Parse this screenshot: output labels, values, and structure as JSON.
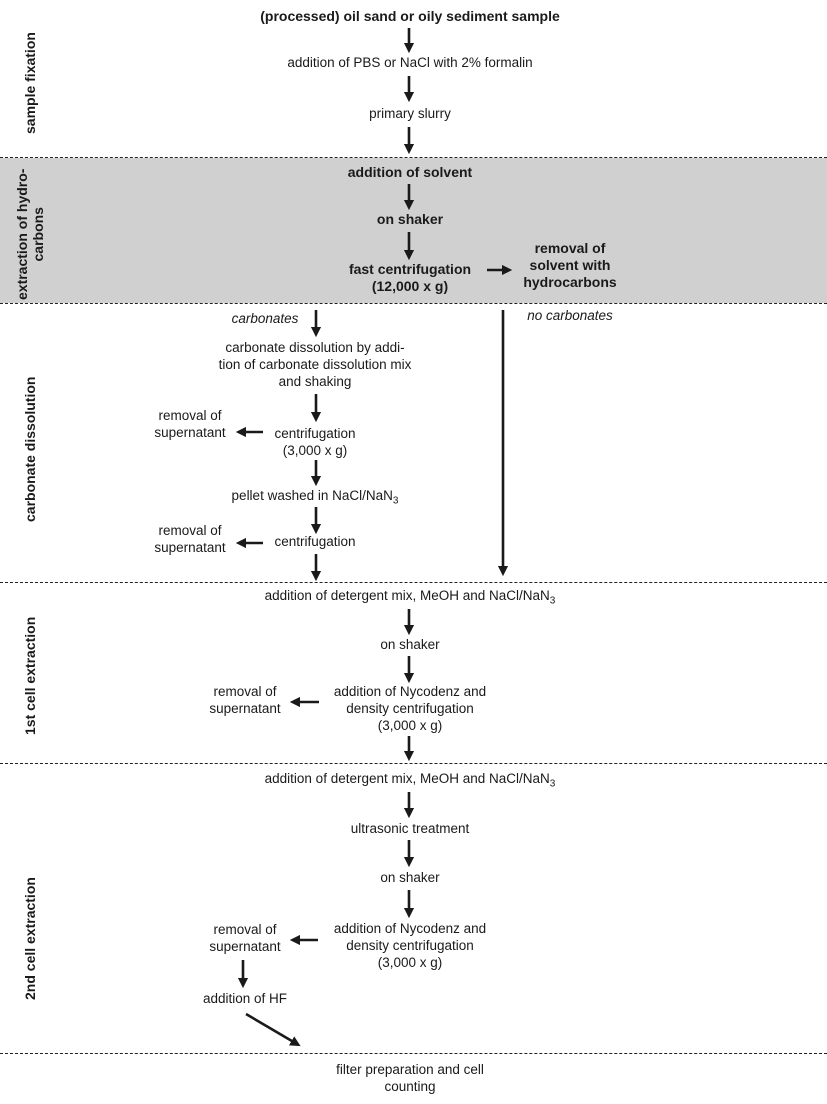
{
  "sections": {
    "sample_fixation": "sample fixation",
    "hydrocarbon_extraction_1": "extraction of hydro-",
    "hydrocarbon_extraction_2": "carbons",
    "carbonate_dissolution": "carbonate dissolution",
    "first_cell_extraction": "1st cell extraction",
    "second_cell_extraction": "2nd cell extraction"
  },
  "fixation": {
    "sample": "(processed) oil sand or oily sediment sample",
    "addition": "addition of PBS or NaCl with 2% formalin",
    "slurry": "primary slurry"
  },
  "hydrocarbon": {
    "solvent": "addition of solvent",
    "shaker": "on shaker",
    "centrifugation_1": "fast centrifugation",
    "centrifugation_2": "(12,000 x g)",
    "removal_1": "removal of",
    "removal_2": "solvent with",
    "removal_3": "hydrocarbons"
  },
  "carbonate": {
    "carbonates_label": "carbonates",
    "no_carbonates_label": "no carbonates",
    "dissolution_1": "carbonate dissolution by addi-",
    "dissolution_2": "tion of carbonate dissolution mix",
    "dissolution_3": "and shaking",
    "removal_a1": "removal of",
    "removal_a2": "supernatant",
    "centrifugation_1": "centrifugation",
    "centrifugation_2": "(3,000 x g)",
    "pellet": "pellet washed in NaCl/NaN",
    "pellet_sub": "3",
    "removal_b1": "removal of",
    "removal_b2": "supernatant",
    "centrifugation_b": "centrifugation"
  },
  "cell1": {
    "detergent": "addition of detergent mix, MeOH and NaCl/NaN",
    "detergent_sub": "3",
    "shaker": "on shaker",
    "removal_1": "removal of",
    "removal_2": "supernatant",
    "nycodenz_1": "addition of Nycodenz and",
    "nycodenz_2": "density centrifugation",
    "nycodenz_3": "(3,000 x g)"
  },
  "cell2": {
    "detergent": "addition of detergent mix, MeOH and NaCl/NaN",
    "detergent_sub": "3",
    "ultrasonic": "ultrasonic treatment",
    "shaker": "on shaker",
    "removal_1": "removal of",
    "removal_2": "supernatant",
    "nycodenz_1": "addition of Nycodenz and",
    "nycodenz_2": "density centrifugation",
    "nycodenz_3": "(3,000 x g)",
    "hf": "addition of HF"
  },
  "final": {
    "filter_1": "filter preparation and cell",
    "filter_2": "counting"
  }
}
